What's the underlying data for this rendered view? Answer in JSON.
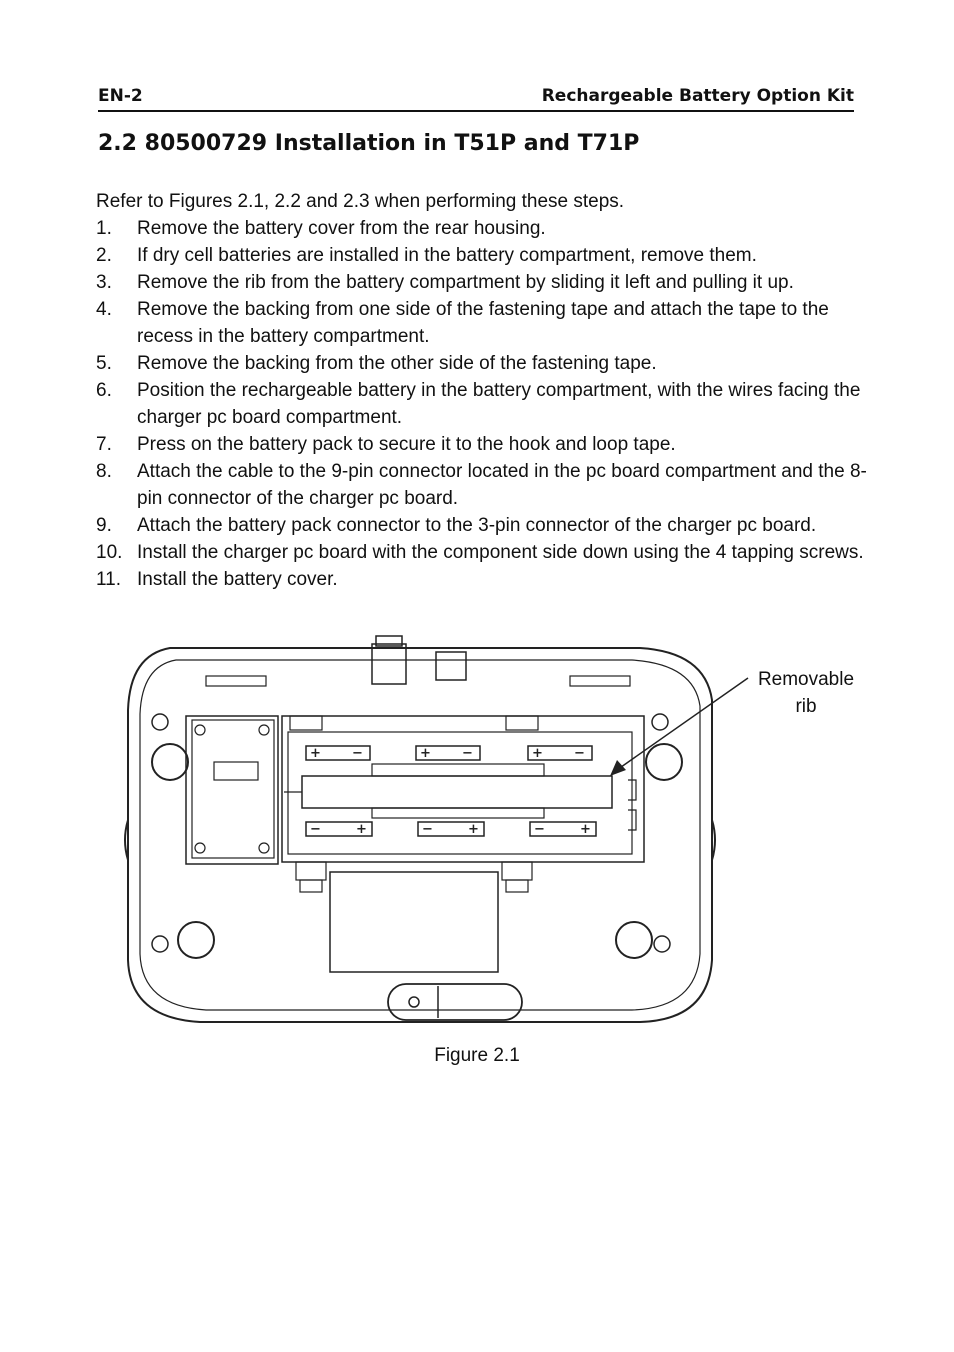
{
  "header": {
    "left": "EN-2",
    "right": "Rechargeable Battery Option Kit"
  },
  "section_title": "2.2 80500729 Installation in T51P and T71P",
  "intro": "Refer to Figures 2.1, 2.2 and 2.3 when performing these steps.",
  "steps": [
    {
      "num": "1.",
      "text": "Remove the battery cover from the rear housing."
    },
    {
      "num": "2.",
      "text": "If dry cell batteries are installed in the battery compartment, remove them."
    },
    {
      "num": "3.",
      "text": "Remove the rib from the battery compartment by sliding it left and pulling it up."
    },
    {
      "num": "4.",
      "text": "Remove the backing from one side of the fastening tape and attach the tape to the recess in the battery compartment."
    },
    {
      "num": "5.",
      "text": "Remove the backing from the other side of the fastening tape."
    },
    {
      "num": "6.",
      "text": "Position the rechargeable battery in the battery compartment, with the wires facing the charger pc board compartment."
    },
    {
      "num": "7.",
      "text": "Press on the battery pack to secure it to the hook and loop tape."
    },
    {
      "num": "8.",
      "text": "Attach the cable to the 9-pin connector located in the pc board compartment and the 8-pin connector of the charger pc board."
    },
    {
      "num": "9.",
      "text": "Attach the battery pack connector to the 3-pin connector of the charger pc board."
    },
    {
      "num": "10.",
      "text": "Install the charger pc board with the component side down using the 4 tapping screws."
    },
    {
      "num": "11.",
      "text": "Install the battery cover."
    }
  ],
  "figure": {
    "callout_line1": "Removable",
    "callout_line2": "rib",
    "caption": "Figure 2.1",
    "battery_plus": "+",
    "battery_minus": "−"
  }
}
